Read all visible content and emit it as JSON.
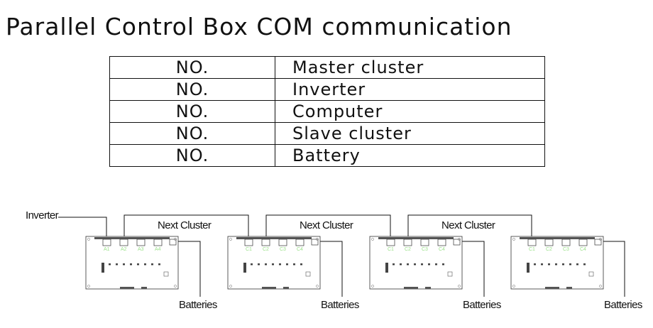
{
  "title": "Parallel Control Box COM communication",
  "legend_rows": [
    {
      "no": "NO.",
      "label": "Master cluster"
    },
    {
      "no": "NO.",
      "label": "Inverter"
    },
    {
      "no": "NO.",
      "label": "Computer"
    },
    {
      "no": "NO.",
      "label": "Slave cluster"
    },
    {
      "no": "NO.",
      "label": "Battery"
    }
  ],
  "diagram": {
    "inverter_label": "Inverter",
    "next_cluster_label": "Next Cluster",
    "batteries_label": "Batteries",
    "boards": [
      {
        "ports": [
          "A1",
          "A2",
          "A3",
          "A4"
        ]
      },
      {
        "ports": [
          "C1",
          "C2",
          "C3",
          "C4"
        ]
      },
      {
        "ports": [
          "C1",
          "C2",
          "C3",
          "C4"
        ]
      },
      {
        "ports": [
          "C1",
          "C2",
          "C3",
          "C4"
        ]
      }
    ]
  },
  "colors": {
    "port_label": "#9be08a",
    "line": "#111111"
  }
}
